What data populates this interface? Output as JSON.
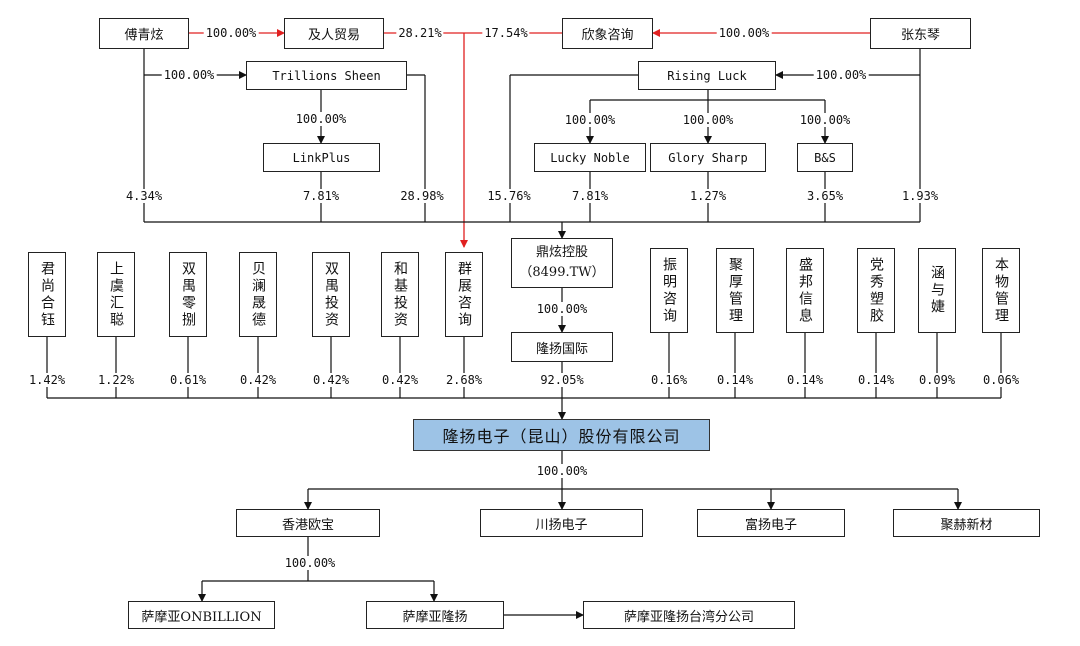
{
  "entities": {
    "fu_qing_xuan": "傅青炫",
    "ji_ren_mao_yi": "及人贸易",
    "xin_xiang_zi_xun": "欣象咨询",
    "zhang_dong_qin": "张东琴",
    "trillions_sheen": "Trillions Sheen",
    "rising_luck": "Rising Luck",
    "linkplus": "LinkPlus",
    "lucky_noble": "Lucky Noble",
    "glory_sharp": "Glory Sharp",
    "bs": "B&S",
    "jun_shang_he_yu": "君尚合钰",
    "shang_yu_hui_cong": "上虞汇聪",
    "shuang_yu_ling_yi": "双禺零捌",
    "bei_lan_sheng_de": "贝澜晟德",
    "shuang_yu_tou_zi": "双禺投资",
    "he_ji_tou_zi": "和基投资",
    "qun_zhan_zi_xun": "群展咨询",
    "ding_xuan_name": "鼎炫控股",
    "ding_xuan_code": "（8499.TW）",
    "long_yang_guo_ji": "隆扬国际",
    "zhen_ming_zi_xun": "振明咨询",
    "ju_hou_guan_li": "聚厚管理",
    "sheng_bang_xin_xi": "盛邦信息",
    "dang_xiu_su_jiao": "党秀塑胶",
    "han_yu_jie": "涵与婕",
    "ben_wu_guan_li": "本物管理",
    "target": "隆扬电子（昆山）股份有限公司",
    "xiang_gang_ou_bao": "香港欧宝",
    "chuan_yang_dian_zi": "川扬电子",
    "fu_yang_dian_zi": "富扬电子",
    "ju_he_xin_cai": "聚赫新材",
    "samoa_onbillion": "萨摩亚ONBILLION",
    "samoa_long_yang": "萨摩亚隆扬",
    "samoa_taiwan_branch": "萨摩亚隆扬台湾分公司"
  },
  "percentages": {
    "fu_to_ji": "100.00%",
    "ji_to_qun": "28.21%",
    "xin_to_qun": "17.54%",
    "zhang_to_xin": "100.00%",
    "fu_to_trillions": "100.00%",
    "zhang_to_rising": "100.00%",
    "trillions_to_linkplus": "100.00%",
    "rising_to_lucky": "100.00%",
    "rising_to_glory": "100.00%",
    "rising_to_bs": "100.00%",
    "fu_to_dingxuan": "4.34%",
    "linkplus_to_dingxuan": "7.81%",
    "trillions_to_dingxuan": "28.98%",
    "rising_to_dingxuan": "15.76%",
    "lucky_to_dingxuan": "7.81%",
    "glory_to_dingxuan": "1.27%",
    "bs_to_dingxuan": "3.65%",
    "zhang_to_dingxuan": "1.93%",
    "dingxuan_to_longyang_intl": "100.00%",
    "jun_shang": "1.42%",
    "shang_yu": "1.22%",
    "shuang_yu_ling": "0.61%",
    "bei_lan": "0.42%",
    "shuang_yu_tou": "0.42%",
    "he_ji": "0.42%",
    "qun_zhan": "2.68%",
    "long_yang_intl": "92.05%",
    "zhen_ming": "0.16%",
    "ju_hou": "0.14%",
    "sheng_bang": "0.14%",
    "dang_xiu": "0.14%",
    "han_yu": "0.09%",
    "ben_wu": "0.06%",
    "target_to_subs": "100.00%",
    "oubao_to_samoa": "100.00%"
  },
  "colors": {
    "highlight_arrow": "#e02020",
    "target_fill": "#9dc3e6"
  }
}
